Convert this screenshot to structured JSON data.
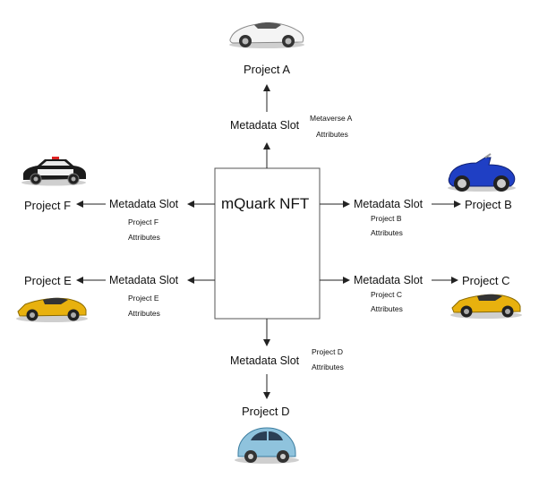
{
  "center": {
    "title": "mQuark NFT"
  },
  "slot_label": "Metadata Slot",
  "projects": {
    "a": {
      "name": "Project A",
      "attr_line1": "Metaverse A",
      "attr_line2": "Attributes"
    },
    "b": {
      "name": "Project B",
      "attr_line1": "Project B",
      "attr_line2": "Attributes"
    },
    "c": {
      "name": "Project C",
      "attr_line1": "Project C",
      "attr_line2": "Attributes"
    },
    "d": {
      "name": "Project D",
      "attr_line1": "Project D",
      "attr_line2": "Attributes"
    },
    "e": {
      "name": "Project E",
      "attr_line1": "Project E",
      "attr_line2": "Attributes"
    },
    "f": {
      "name": "Project F",
      "attr_line1": "Project F",
      "attr_line2": "Attributes"
    }
  },
  "icons": {
    "a": "white-sports-car-icon",
    "b": "blue-roadster-car-icon",
    "c": "yellow-sports-car-icon",
    "d": "blue-beetle-car-icon",
    "e": "yellow-sports-car-icon",
    "f": "police-car-icon"
  },
  "colors": {
    "line": "#222222",
    "box_border": "#555555",
    "yellow_car": "#e8b10e",
    "blue_car": "#1f3fc4",
    "beetle": "#8fc3dd",
    "police": "#1b1b1b"
  }
}
